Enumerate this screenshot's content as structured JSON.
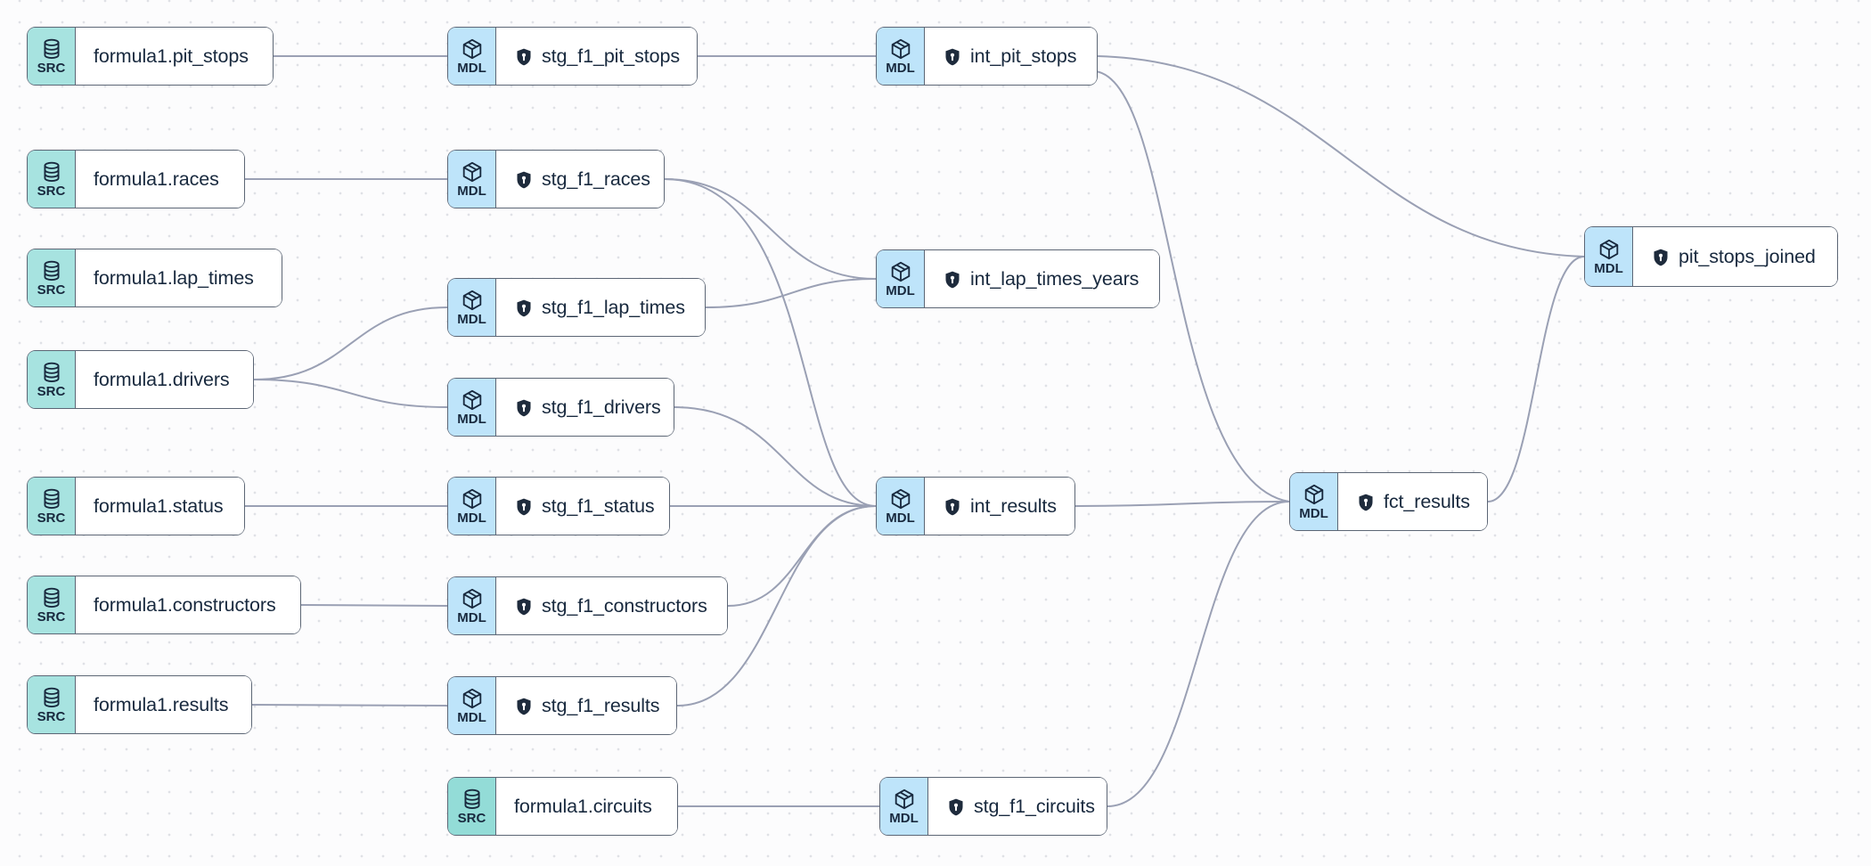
{
  "app": "data-lineage-graph",
  "badges": {
    "source": "SRC",
    "model": "MDL"
  },
  "colors": {
    "source_badge": "#a7e3e0",
    "source_badge_alt": "#93dcd7",
    "model_badge": "#bee4fa",
    "node_border": "#5c6675",
    "node_text": "#18293e",
    "edge": "#9aa0b4",
    "canvas_bg": "#fcfcfd",
    "canvas_dot": "#dfe1e6",
    "shield_fill": "#1e2b3c"
  },
  "nodes": [
    {
      "id": "formula1.pit_stops",
      "type": "source",
      "badge": "SRC",
      "label": "formula1.pit_stops",
      "shield": false
    },
    {
      "id": "formula1.races",
      "type": "source",
      "badge": "SRC",
      "label": "formula1.races",
      "shield": false
    },
    {
      "id": "formula1.lap_times",
      "type": "source",
      "badge": "SRC",
      "label": "formula1.lap_times",
      "shield": false
    },
    {
      "id": "formula1.drivers",
      "type": "source",
      "badge": "SRC",
      "label": "formula1.drivers",
      "shield": false
    },
    {
      "id": "formula1.status",
      "type": "source",
      "badge": "SRC",
      "label": "formula1.status",
      "shield": false
    },
    {
      "id": "formula1.constructors",
      "type": "source",
      "badge": "SRC",
      "label": "formula1.constructors",
      "shield": false
    },
    {
      "id": "formula1.results",
      "type": "source",
      "badge": "SRC",
      "label": "formula1.results",
      "shield": false
    },
    {
      "id": "formula1.circuits",
      "type": "source",
      "badge": "SRC",
      "label": "formula1.circuits",
      "shield": false
    },
    {
      "id": "stg_f1_pit_stops",
      "type": "model",
      "badge": "MDL",
      "label": "stg_f1_pit_stops",
      "shield": true
    },
    {
      "id": "stg_f1_races",
      "type": "model",
      "badge": "MDL",
      "label": "stg_f1_races",
      "shield": true
    },
    {
      "id": "stg_f1_lap_times",
      "type": "model",
      "badge": "MDL",
      "label": "stg_f1_lap_times",
      "shield": true
    },
    {
      "id": "stg_f1_drivers",
      "type": "model",
      "badge": "MDL",
      "label": "stg_f1_drivers",
      "shield": true
    },
    {
      "id": "stg_f1_status",
      "type": "model",
      "badge": "MDL",
      "label": "stg_f1_status",
      "shield": true
    },
    {
      "id": "stg_f1_constructors",
      "type": "model",
      "badge": "MDL",
      "label": "stg_f1_constructors",
      "shield": true
    },
    {
      "id": "stg_f1_results",
      "type": "model",
      "badge": "MDL",
      "label": "stg_f1_results",
      "shield": true
    },
    {
      "id": "stg_f1_circuits",
      "type": "model",
      "badge": "MDL",
      "label": "stg_f1_circuits",
      "shield": true
    },
    {
      "id": "int_pit_stops",
      "type": "model",
      "badge": "MDL",
      "label": "int_pit_stops",
      "shield": true
    },
    {
      "id": "int_lap_times_years",
      "type": "model",
      "badge": "MDL",
      "label": "int_lap_times_years",
      "shield": true
    },
    {
      "id": "int_results",
      "type": "model",
      "badge": "MDL",
      "label": "int_results",
      "shield": true
    },
    {
      "id": "fct_results",
      "type": "model",
      "badge": "MDL",
      "label": "fct_results",
      "shield": true
    },
    {
      "id": "pit_stops_joined",
      "type": "model",
      "badge": "MDL",
      "label": "pit_stops_joined",
      "shield": true
    }
  ],
  "edges": [
    {
      "from": "formula1.pit_stops",
      "to": "stg_f1_pit_stops"
    },
    {
      "from": "stg_f1_pit_stops",
      "to": "int_pit_stops"
    },
    {
      "from": "int_pit_stops",
      "to": "pit_stops_joined"
    },
    {
      "from": "int_pit_stops",
      "to": "fct_results"
    },
    {
      "from": "formula1.races",
      "to": "stg_f1_races"
    },
    {
      "from": "stg_f1_races",
      "to": "int_lap_times_years"
    },
    {
      "from": "stg_f1_races",
      "to": "int_results"
    },
    {
      "from": "stg_f1_lap_times",
      "to": "int_lap_times_years"
    },
    {
      "from": "formula1.drivers",
      "to": "stg_f1_lap_times"
    },
    {
      "from": "formula1.drivers",
      "to": "stg_f1_drivers"
    },
    {
      "from": "stg_f1_drivers",
      "to": "int_results"
    },
    {
      "from": "formula1.status",
      "to": "stg_f1_status"
    },
    {
      "from": "stg_f1_status",
      "to": "int_results"
    },
    {
      "from": "formula1.constructors",
      "to": "stg_f1_constructors"
    },
    {
      "from": "stg_f1_constructors",
      "to": "int_results"
    },
    {
      "from": "formula1.results",
      "to": "stg_f1_results"
    },
    {
      "from": "stg_f1_results",
      "to": "int_results"
    },
    {
      "from": "formula1.circuits",
      "to": "stg_f1_circuits"
    },
    {
      "from": "stg_f1_circuits",
      "to": "fct_results"
    },
    {
      "from": "int_results",
      "to": "fct_results"
    },
    {
      "from": "fct_results",
      "to": "pit_stops_joined"
    }
  ]
}
